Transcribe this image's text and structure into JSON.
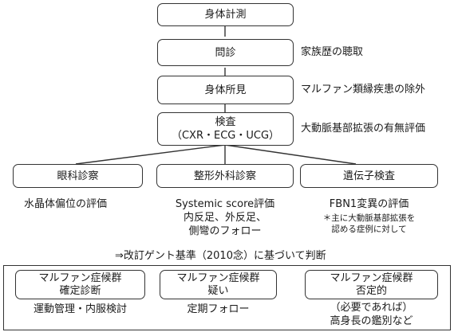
{
  "flow": {
    "measurement": "身体計測",
    "interview": "問診",
    "interview_note": "家族歴の聴取",
    "physical": "身体所見",
    "physical_note": "マルファン類縁疾患の除外",
    "exam_line1": "検査",
    "exam_line2": "（CXR・ECG・UCG）",
    "exam_note": "大動脈基部拡張の有無評価"
  },
  "branches": {
    "eye": {
      "label": "眼科診察",
      "note": "水晶体偏位の評価"
    },
    "ortho": {
      "label": "整形外科診察",
      "note_lines": [
        "Systemic score評価",
        "内反足、外反足、",
        "側彎のフォロー"
      ]
    },
    "genetic": {
      "label": "遺伝子検査",
      "note": "FBN1変異の評価",
      "footnote_lines": [
        "＊主に大動脈基部拡張を",
        "認める症例に対して"
      ]
    }
  },
  "judgement": "⇒改訂ゲント基準（2010念）に基づいて判断",
  "outcomes": {
    "confirmed": {
      "line1": "マルファン症候群",
      "line2": "確定診断",
      "action": "運動管理・内服検討"
    },
    "suspected": {
      "line1": "マルファン症候群",
      "line2": "疑い",
      "action": "定期フォロー"
    },
    "negative": {
      "line1": "マルファン症候群",
      "line2": "否定的",
      "action_lines": [
        "（必要であれば）",
        "高身長の鑑別など"
      ]
    }
  }
}
